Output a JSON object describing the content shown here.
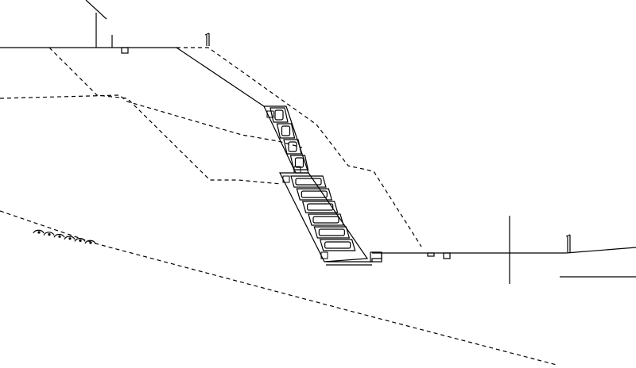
{
  "diagram": {
    "kind": "slope-retaining-wall-cross-section",
    "colors": {
      "line": "#000000",
      "background": "#ffffff"
    },
    "upper_block_count": 4,
    "lower_block_count": 6,
    "cobble_count": 6
  }
}
